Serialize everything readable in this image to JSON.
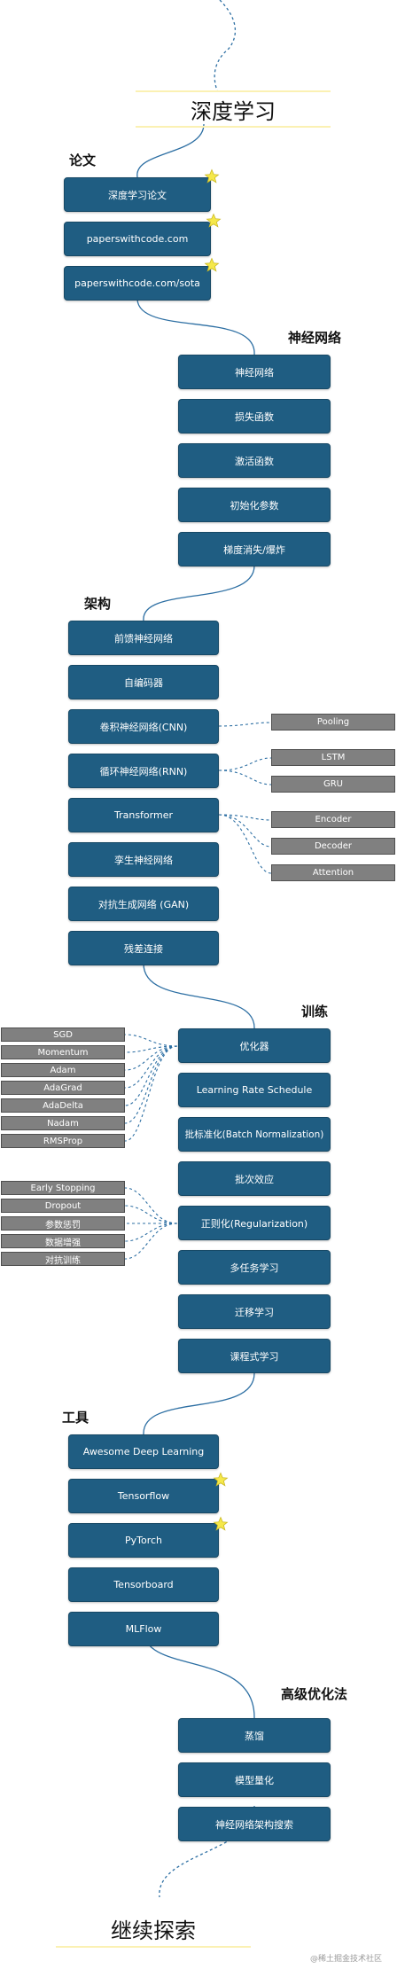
{
  "root": {
    "title": "深度学习"
  },
  "end": {
    "title": "继续探索"
  },
  "watermark": "@稀土掘金技术社区",
  "sections": [
    {
      "title": "论文",
      "items": [
        "深度学习论文",
        "paperswithcode.com",
        "paperswithcode.com/sota"
      ]
    },
    {
      "title": "神经网络",
      "items": [
        "神经网络",
        "损失函数",
        "激活函数",
        "初始化参数",
        "梯度消失/爆炸"
      ]
    },
    {
      "title": "架构",
      "items": [
        "前馈神经网络",
        "自编码器",
        "卷积神经网络(CNN)",
        "循环神经网络(RNN)",
        "Transformer",
        "孪生神经网络",
        "对抗生成网络 (GAN)",
        "残差连接"
      ]
    },
    {
      "title": "训练",
      "items": [
        "优化器",
        "Learning Rate Schedule",
        "批标准化(Batch Normalization)",
        "批次效应",
        "正则化(Regularization)",
        "多任务学习",
        "迁移学习",
        "课程式学习"
      ]
    },
    {
      "title": "工具",
      "items": [
        "Awesome Deep Learning",
        "Tensorflow",
        "PyTorch",
        "Tensorboard",
        "MLFlow"
      ]
    },
    {
      "title": "高级优化法",
      "items": [
        "蒸馏",
        "模型量化",
        "神经网络架构搜索"
      ]
    }
  ],
  "children": {
    "cnn": [
      "Pooling"
    ],
    "rnn": [
      "LSTM",
      "GRU"
    ],
    "transformer": [
      "Encoder",
      "Decoder",
      "Attention"
    ],
    "optimizer": [
      "SGD",
      "Momentum",
      "Adam",
      "AdaGrad",
      "AdaDelta",
      "Nadam",
      "RMSProp"
    ],
    "regularization": [
      "Early Stopping",
      "Dropout",
      "参数惩罚",
      "数据增强",
      "对抗训练"
    ]
  },
  "colors": {
    "node": "#1f5d82",
    "link": "#2d6fa3",
    "gray": "#808080",
    "star": "#f5e84a",
    "root_border": "#fbf1b3"
  }
}
